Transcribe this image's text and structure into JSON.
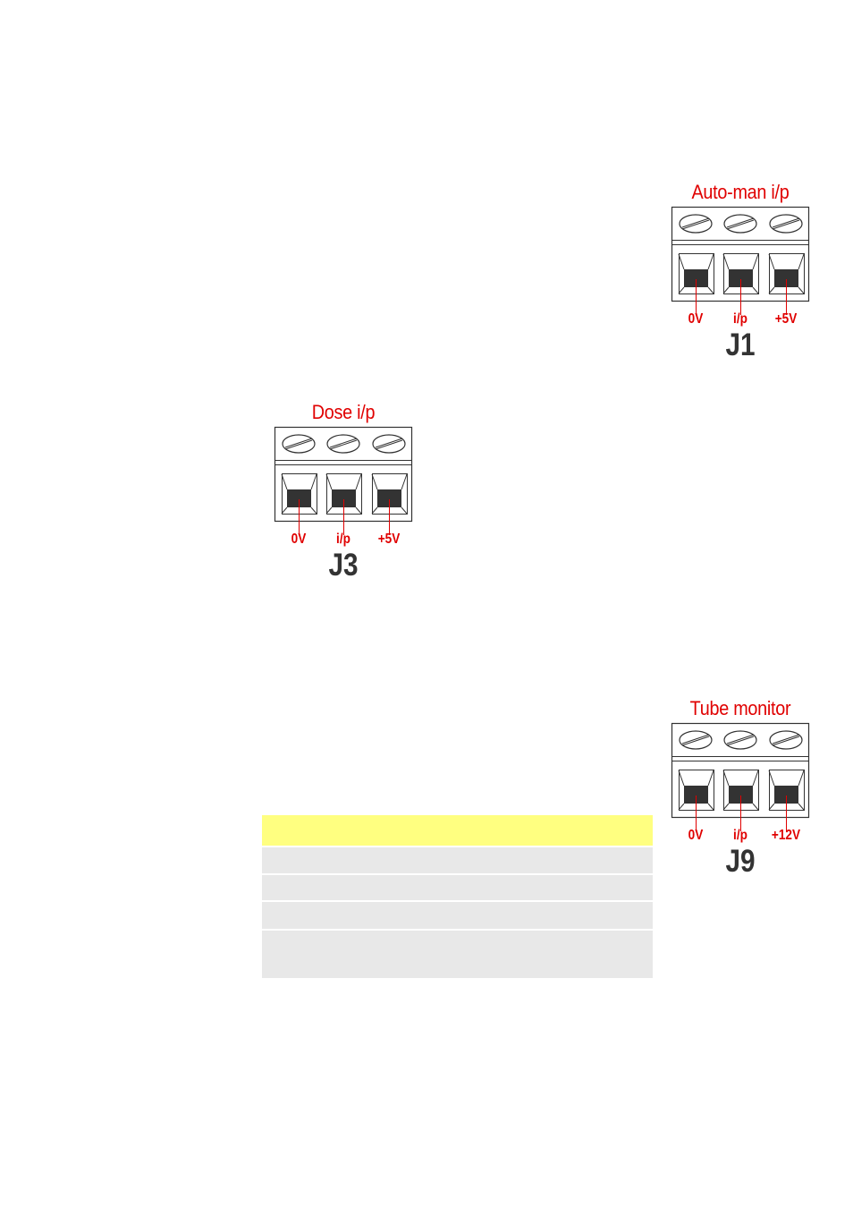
{
  "connectors": [
    {
      "id": "j1",
      "title": "Auto-man i/p",
      "label": "J1",
      "pins": [
        "0V",
        "i/p",
        "+5V"
      ]
    },
    {
      "id": "j3",
      "title": "Dose i/p",
      "label": "J3",
      "pins": [
        "0V",
        "i/p",
        "+5V"
      ]
    },
    {
      "id": "j9",
      "title": "Tube monitor",
      "label": "J9",
      "pins": [
        "0V",
        "i/p",
        "+12V"
      ]
    }
  ],
  "colors": {
    "label_red": "#e00000",
    "header_yellow": "#ffff80",
    "row_grey": "#e8e8e8"
  }
}
